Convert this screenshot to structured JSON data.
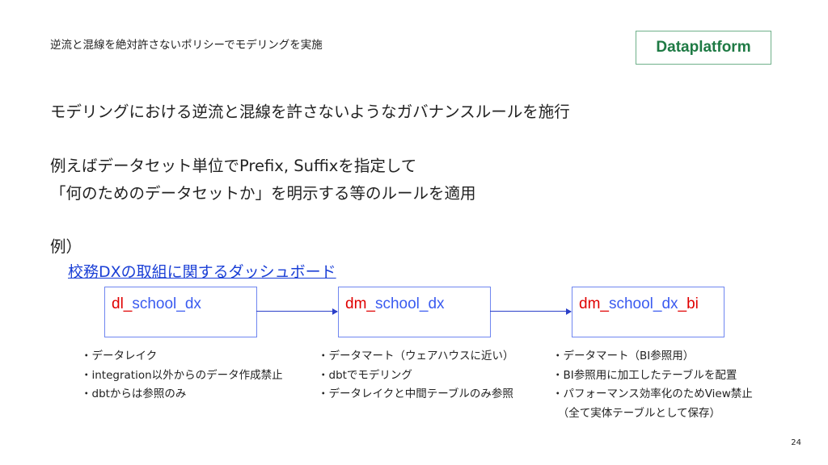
{
  "header": {
    "subtitle": "逆流と混線を絶対許さないポリシーでモデリングを実施",
    "brand": "Dataplatform"
  },
  "body": {
    "line1": "モデリングにおける逆流と混線を許さないようなガバナンスルールを施行",
    "line2": "例えばデータセット単位でPrefix, Suffixを指定して",
    "line3": "「何のためのデータセットか」を明示する等のルールを適用",
    "example_label": "例）",
    "example_link": "校務DXの取組に関するダッシュボード"
  },
  "datasets": [
    {
      "prefix": "dl_",
      "name": "school_dx",
      "suffix": "",
      "notes": [
        "・データレイク",
        "・integration以外からのデータ作成禁止",
        "・dbtからは参照のみ"
      ]
    },
    {
      "prefix": "dm_",
      "name": "school_dx",
      "suffix": "",
      "notes": [
        "・データマート（ウェアハウスに近い）",
        "・dbtでモデリング",
        "・データレイクと中間テーブルのみ参照"
      ]
    },
    {
      "prefix": "dm_",
      "name": "school_dx",
      "suffix": "_bi",
      "notes": [
        "・データマート（BI参照用）",
        "・BI参照用に加工したテーブルを配置",
        "・パフォーマンス効率化のためView禁止",
        "　（全て実体テーブルとして保存）"
      ]
    }
  ],
  "colors": {
    "prefix": "#e00000",
    "name": "#3a5bf0",
    "brand": "#1e7a44",
    "link": "#1a3fd6"
  },
  "page_number": "24"
}
